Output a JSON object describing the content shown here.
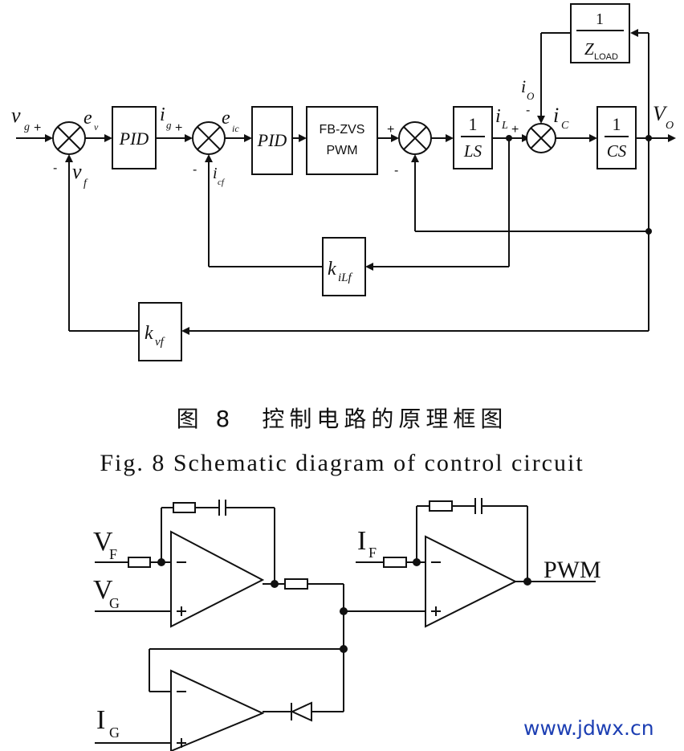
{
  "block_diagram": {
    "signals": {
      "vg": "v",
      "vg_sub": "g",
      "ev": "e",
      "ev_sub": "v",
      "vf": "v",
      "vf_sub": "f",
      "ig": "i",
      "ig_sub": "g",
      "eic": "e",
      "eic_sub": "ic",
      "icf": "i",
      "icf_sub": "cf",
      "iL": "i",
      "iL_sub": "L",
      "io": "i",
      "io_sub": "O",
      "ic": "i",
      "ic_sub": "C",
      "vo": "V",
      "vo_sub": "O"
    },
    "signs": {
      "plus": "+",
      "minus": "-"
    },
    "blocks": {
      "pid1": "PID",
      "pid2": "PID",
      "pwm_line1": "FB-ZVS",
      "pwm_line2": "PWM",
      "inductor_num": "1",
      "inductor_den": "LS",
      "cap_num": "1",
      "cap_den": "CS",
      "load_num": "1",
      "load_den": "Z",
      "load_den_sub": "LOAD",
      "kilf": "k",
      "kilf_sub": "iLf",
      "kvf": "k",
      "kvf_sub": "vf"
    }
  },
  "captions": {
    "chinese": "图 8　控制电路的原理框图",
    "english": "Fig. 8   Schematic diagram of control circuit"
  },
  "circuit": {
    "vf": "V",
    "vf_sub": "F",
    "vg": "V",
    "vg_sub": "G",
    "if": "I",
    "if_sub": "F",
    "ig": "I",
    "ig_sub": "G",
    "pwm": "PWM",
    "minus": "−",
    "plus": "+"
  },
  "watermark": "www.jdwx.cn"
}
